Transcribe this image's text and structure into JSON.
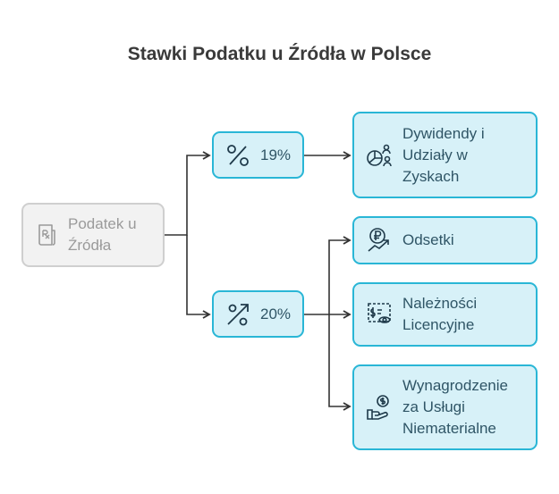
{
  "title": "Stawki Podatku u Źródła w Polsce",
  "root": {
    "label": "Podatek u Źródła",
    "icon": "prescription-doc-icon"
  },
  "rates": [
    {
      "label": "19%",
      "icon": "percent-icon"
    },
    {
      "label": "20%",
      "icon": "percent-trend-icon"
    }
  ],
  "items": [
    {
      "label": "Dywidendy i Udziały w Zyskach",
      "icon": "pie-chart-people-icon"
    },
    {
      "label": "Odsetki",
      "icon": "ruble-coin-growth-icon"
    },
    {
      "label": "Należności Licencyjne",
      "icon": "license-cert-icon"
    },
    {
      "label": "Wynagrodzenie za Usługi Niematerialne",
      "icon": "hand-coin-icon"
    }
  ],
  "colors": {
    "accent": "#29b6d6",
    "accent_fill": "#d7f1f8",
    "root_fill": "#f2f2f2",
    "root_border": "#cfcfcf",
    "text": "#2f5566",
    "icon": "#1f3a4a"
  }
}
